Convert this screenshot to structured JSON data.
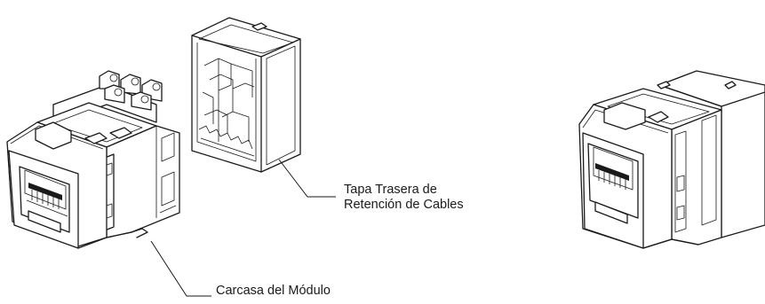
{
  "labels": {
    "back_cover_line1": "Tapa Trasera de",
    "back_cover_line2": "Retención de Cables",
    "module_housing": "Carcasa del Módulo"
  }
}
